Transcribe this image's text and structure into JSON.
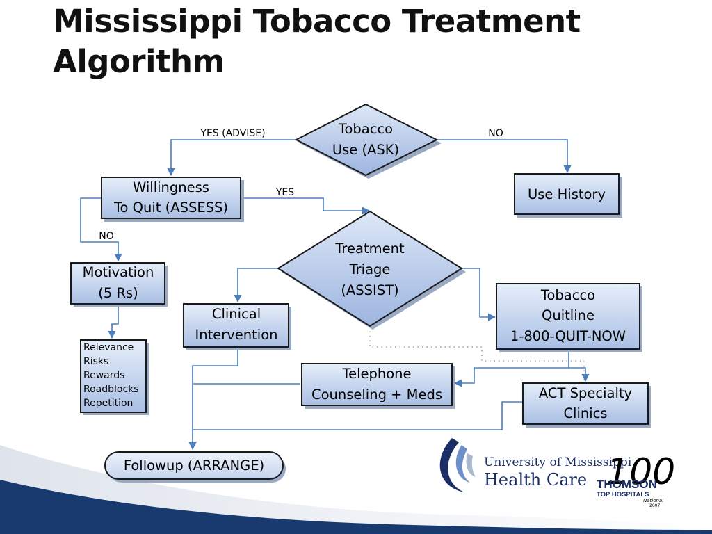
{
  "title": {
    "line1": "Mississippi Tobacco Treatment",
    "line2": "Algorithm"
  },
  "nodes": {
    "tobacco_use": [
      "Tobacco",
      "Use (ASK)"
    ],
    "use_history": [
      "Use History"
    ],
    "willingness": [
      "Willingness",
      "To Quit (ASSESS)"
    ],
    "treatment_triage": [
      "Treatment",
      "Triage",
      "(ASSIST)"
    ],
    "motivation": [
      "Motivation",
      "(5 Rs)"
    ],
    "five_rs": [
      "Relevance",
      "Risks",
      "Rewards",
      "Roadblocks",
      "Repetition"
    ],
    "clinical": [
      "Clinical",
      "Intervention"
    ],
    "quitline": [
      "Tobacco",
      "Quitline",
      "1-800-QUIT-NOW"
    ],
    "telephone": [
      "Telephone",
      "Counseling + Meds"
    ],
    "act": [
      "ACT Specialty",
      "Clinics"
    ],
    "followup": [
      "Followup (ARRANGE)"
    ]
  },
  "edge_labels": {
    "yes_advise": "YES (ADVISE)",
    "no_top": "NO",
    "yes_mid": "YES",
    "no_left": "NO"
  },
  "logos": {
    "university": [
      "University of Mississippi",
      "Health Care"
    ],
    "thomson": [
      "THOMSON",
      "TOP HOSPITALS",
      "National",
      "2007"
    ],
    "thomson_number": "100"
  },
  "colors": {
    "box_fill_top": "#e6eefa",
    "box_fill_bottom": "#a9bfe4",
    "connector": "#4a7ebf",
    "shadow": "#9aa9c4",
    "band": "#183a6e"
  }
}
